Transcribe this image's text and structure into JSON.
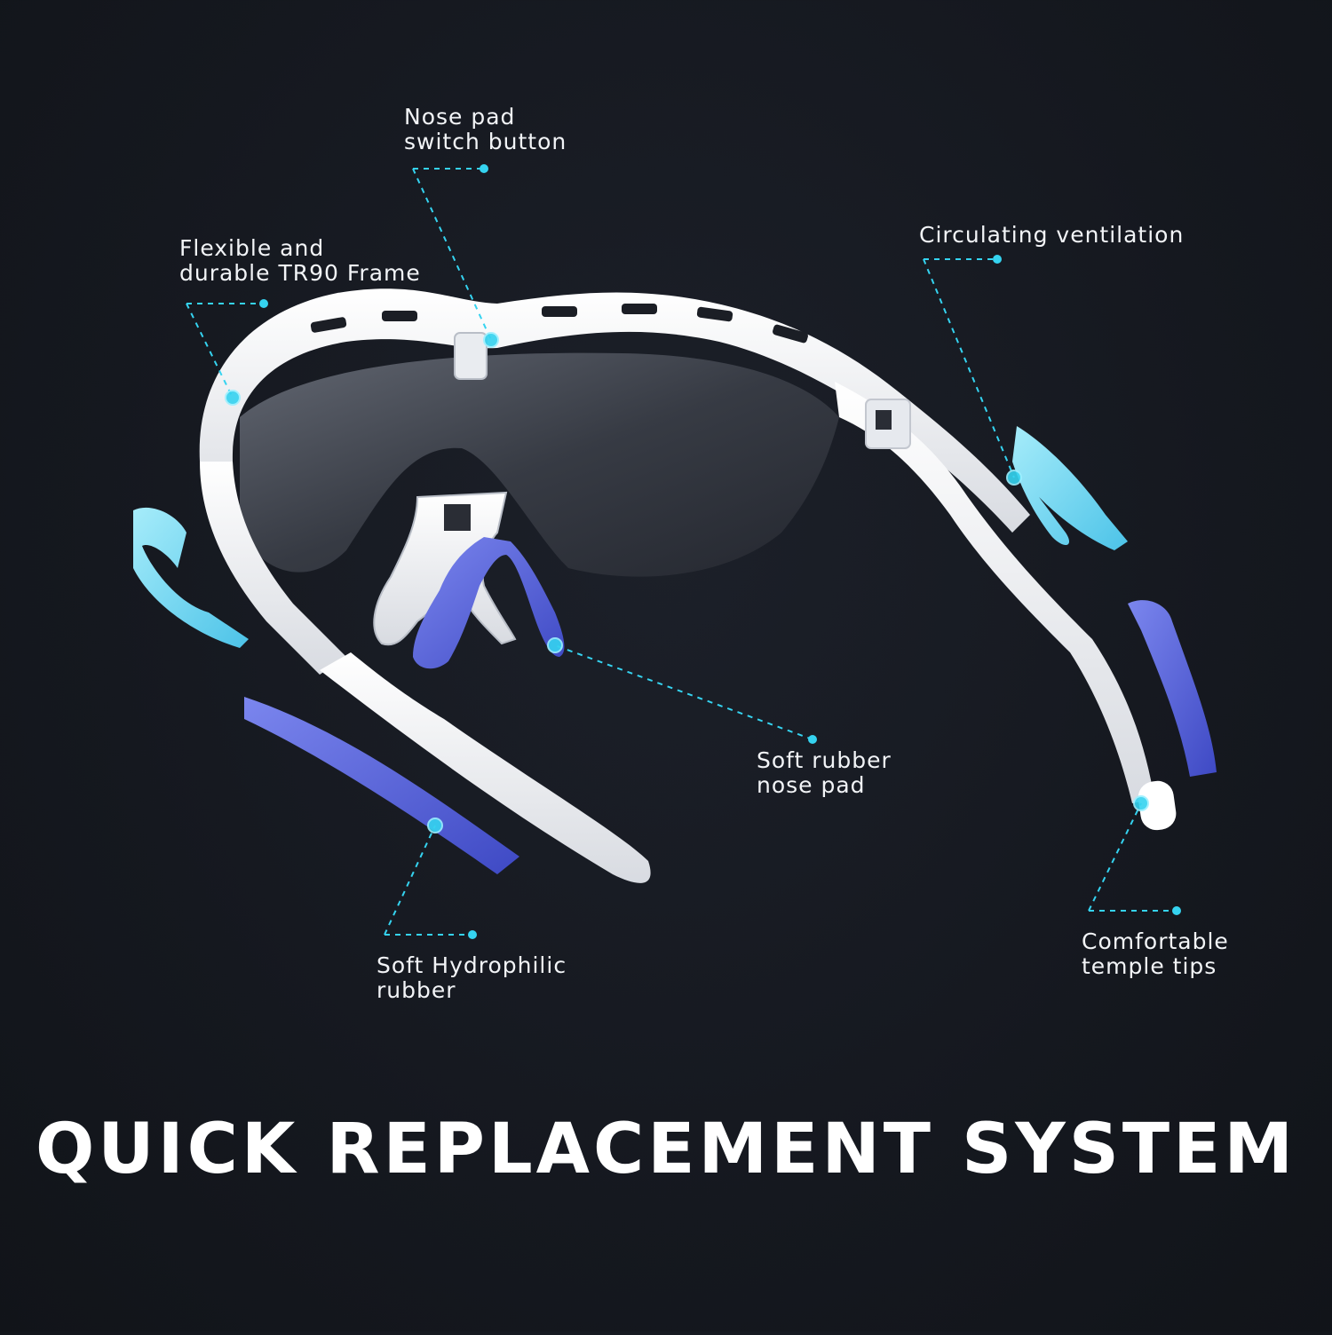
{
  "title": "QUICK REPLACEMENT SYSTEM",
  "colors": {
    "background": "#15181f",
    "accent": "#35d3f0",
    "frame": "#f3f4f6",
    "rubber": "#5563d9",
    "ice_blue": "#79d8f2"
  },
  "callouts": [
    {
      "id": "nose-pad-switch",
      "text": "Nose pad\nswitch button"
    },
    {
      "id": "tr90-frame",
      "text": "Flexible and\ndurable TR90 Frame"
    },
    {
      "id": "ventilation",
      "text": "Circulating ventilation"
    },
    {
      "id": "soft-nose-pad",
      "text": "Soft rubber\nnose pad"
    },
    {
      "id": "hydrophilic-rubber",
      "text": "Soft Hydrophilic\nrubber"
    },
    {
      "id": "temple-tips",
      "text": "Comfortable\ntemple tips"
    }
  ]
}
